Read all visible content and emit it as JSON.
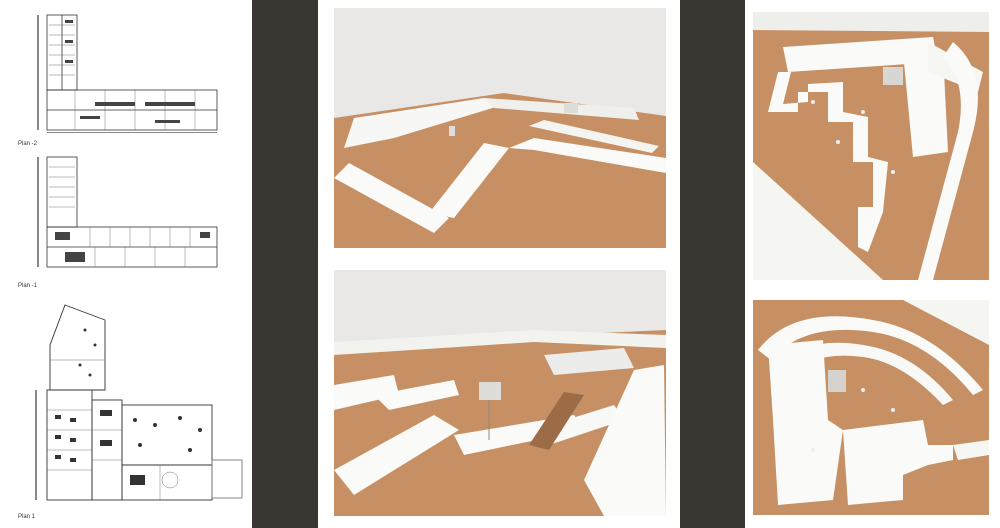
{
  "floor_plans": [
    {
      "label": "Plan -2"
    },
    {
      "label": "Plan -1"
    },
    {
      "label": "Plan 1"
    }
  ],
  "colors": {
    "band": "#3a3631",
    "cork": "#c69064",
    "paper": "#ffffff",
    "wall": "#e9e8e6"
  },
  "photos": [
    {
      "name": "model-photo-perspective-top"
    },
    {
      "name": "model-photo-perspective-bottom"
    },
    {
      "name": "model-photo-aerial-top"
    },
    {
      "name": "model-photo-aerial-bottom"
    }
  ]
}
